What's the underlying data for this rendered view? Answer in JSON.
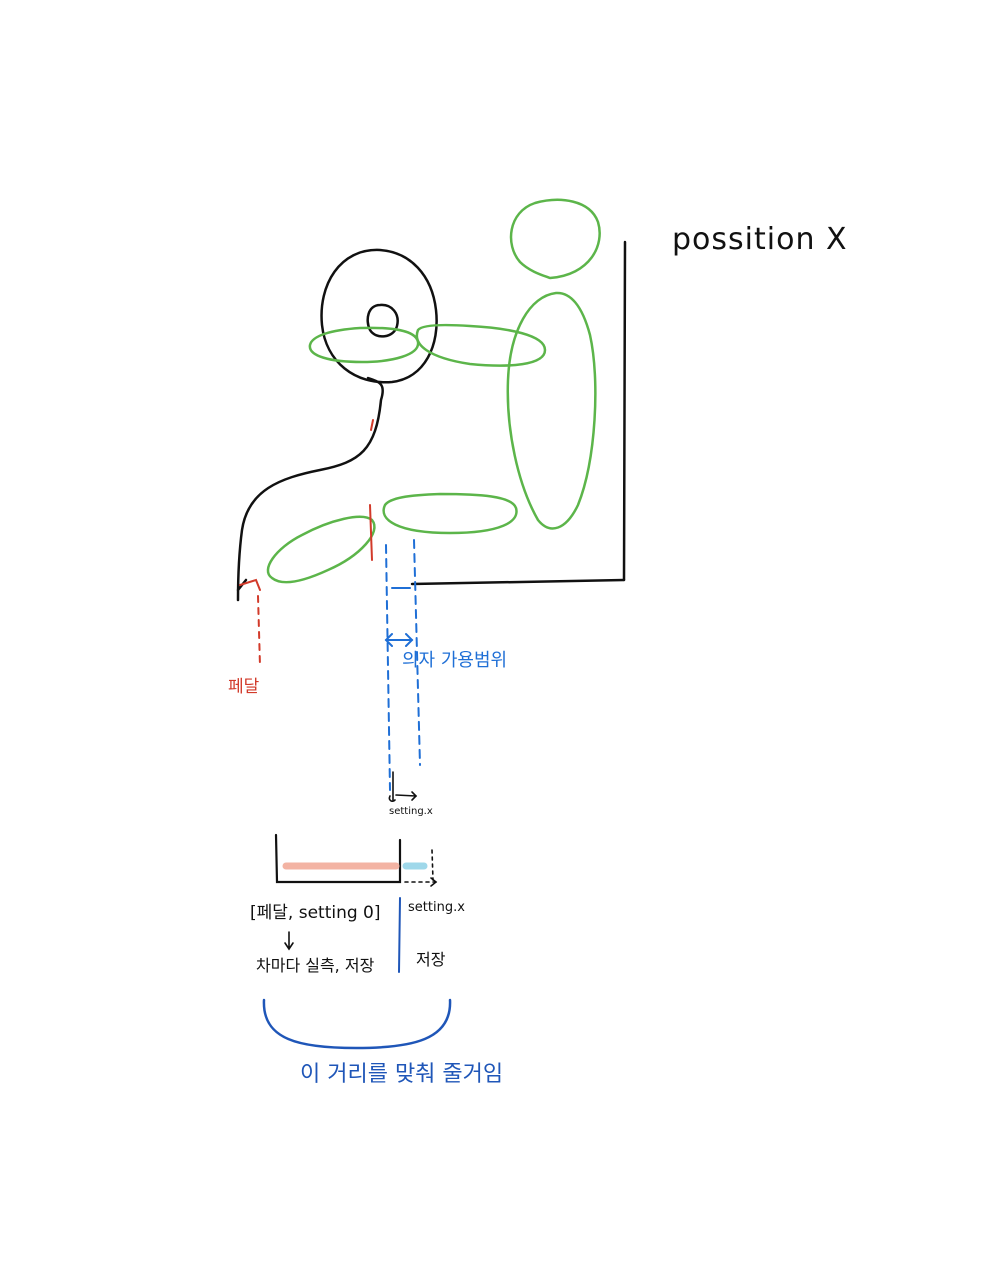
{
  "labels": {
    "title": "possition X",
    "pedal": "페달",
    "seat_range": "의자 가용범위",
    "setting_x_small": "setting.x",
    "left_col_line1": "[페달, setting 0]",
    "left_col_line2": "차마다 실측, 저장",
    "right_col_line1": "setting.x",
    "right_col_line2": "저장",
    "bottom_note": "이 거리를 맞춰 줄거임"
  },
  "colors": {
    "ink": "#111111",
    "person": "#5cb54a",
    "pedal": "#d23a2a",
    "range": "#1f6fd6",
    "note": "#1f56b8",
    "bar_fixed": "#f3b3a3",
    "bar_setting": "#9fd8ea"
  }
}
